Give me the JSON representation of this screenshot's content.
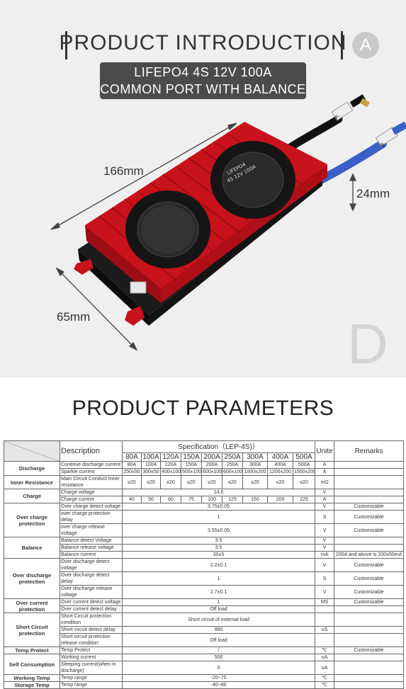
{
  "intro": {
    "title": "PRODUCT INTRODUCTION",
    "badge": "A",
    "spec_line1": "LIFEPO4 4S 12V 100A",
    "spec_line2": "COMMON PORT WITH BALANCE"
  },
  "product_image": {
    "length": "166mm",
    "width": "65mm",
    "height": "24mm",
    "fan_label_line1": "LIFEPO4",
    "fan_label_line2": "4S 12V 100A",
    "wire_neg": "P-",
    "wire_b": "B-",
    "corner_letter": "D",
    "colors": {
      "heatsink": "#c8121c",
      "base": "#151515",
      "cable_blue": "#3a5fc8"
    }
  },
  "params": {
    "title": "PRODUCT PARAMETERS",
    "col_description": "Description",
    "col_spec": "Specification（LEP-4S)）",
    "col_unit": "Unite",
    "col_remarks": "Remarks",
    "currents": [
      "80A",
      "100A",
      "120A",
      "150A",
      "200A",
      "250A",
      "300A",
      "400A",
      "500A"
    ],
    "rows": [
      {
        "cat": "Discharge",
        "catspan": 2,
        "desc": "Continue discharge current",
        "vals": [
          "80A",
          "100A",
          "120A",
          "150A",
          "200A",
          "250A",
          "300A",
          "400A",
          "500A"
        ],
        "unit": "A",
        "remark": ""
      },
      {
        "desc": "Sparkle current",
        "vals": [
          "250±50",
          "300±50",
          "400±100",
          "500±100",
          "600±100",
          "600±100",
          "1000±200",
          "1200±200",
          "1500±200"
        ],
        "unit": "A",
        "remark": ""
      },
      {
        "cat": "Inner Resistance",
        "catspan": 1,
        "desc": "Main Circuit Conduct Inner resistance",
        "vals": [
          "≤20",
          "≤20",
          "≤20",
          "≤20",
          "≤20",
          "≤20",
          "≤20",
          "≤20",
          "≤20"
        ],
        "unit": "mΩ",
        "remark": ""
      },
      {
        "cat": "Charge",
        "catspan": 2,
        "desc": "Charge voltage",
        "val": "14.6",
        "unit": "V",
        "remark": ""
      },
      {
        "desc": "Charge current",
        "vals": [
          "40",
          "50",
          "60",
          "75",
          "100",
          "125",
          "150",
          "200",
          "225"
        ],
        "unit": "A",
        "remark": ""
      },
      {
        "cat": "Over charge protection",
        "catspan": 3,
        "desc": "Over charge detect voltage",
        "val": "3.75±0.05",
        "unit": "V",
        "remark": "Customizable"
      },
      {
        "desc": "over charge protection delay",
        "val": "1",
        "unit": "S",
        "remark": "Customizable"
      },
      {
        "desc": "over charge release voltage",
        "val": "3.55±0.05",
        "unit": "V",
        "remark": "Customizable"
      },
      {
        "cat": "Balance",
        "catspan": 3,
        "desc": "Balance detect Voltage",
        "val": "3.5",
        "unit": "V",
        "remark": ""
      },
      {
        "desc": "Balance release voltage",
        "val": "3.5",
        "unit": "V",
        "remark": ""
      },
      {
        "desc": "Balance current",
        "val": "30±5",
        "unit": "mA",
        "remark": "200A and above is 200±50mA"
      },
      {
        "cat": "Over discharge protection",
        "catspan": 3,
        "desc": "Over discharge detect voltage",
        "val": "2.2±0.1",
        "unit": "V",
        "remark": "Customizable"
      },
      {
        "desc": "Over discharge detect delay",
        "val": "1",
        "unit": "S",
        "remark": "Customizable"
      },
      {
        "desc": "Over discharge release voltage",
        "val": "2.7±0.1",
        "unit": "V",
        "remark": "Customizable"
      },
      {
        "cat": "Over current protection",
        "catspan": 2,
        "desc": "Over current detect voltage",
        "val": "1",
        "unit": "MS",
        "remark": "Customizable"
      },
      {
        "desc": "Over current detect delay",
        "val": "Off load",
        "unit": "",
        "remark": ""
      },
      {
        "cat": "Short Circuit protection",
        "catspan": 3,
        "desc": "Short Circuit protection condition",
        "val": "Short circuit of external load",
        "unit": "",
        "remark": ""
      },
      {
        "desc": "Short circuit detect delay",
        "val": "960",
        "unit": "uS",
        "remark": ""
      },
      {
        "desc": "Short circuit protection release condition",
        "val": "Off load",
        "unit": "",
        "remark": ""
      },
      {
        "cat": "Temp Protect",
        "catspan": 1,
        "desc": "Temp Protect",
        "val": "/",
        "unit": "℃",
        "remark": "Customizable"
      },
      {
        "cat": "Self Consumption",
        "catspan": 2,
        "desc": "Working current",
        "val": "500",
        "unit": "uA",
        "remark": ""
      },
      {
        "desc": "Sleeping current(when  in discharge)",
        "val": "0",
        "unit": "uA",
        "remark": ""
      },
      {
        "cat": "Working Temp",
        "catspan": 1,
        "desc": "Temp range",
        "val": "-20~70",
        "unit": "℃",
        "remark": ""
      },
      {
        "cat": "Storage Temp",
        "catspan": 1,
        "desc": "Temp range",
        "val": "-40~80",
        "unit": "℃",
        "remark": ""
      }
    ]
  }
}
